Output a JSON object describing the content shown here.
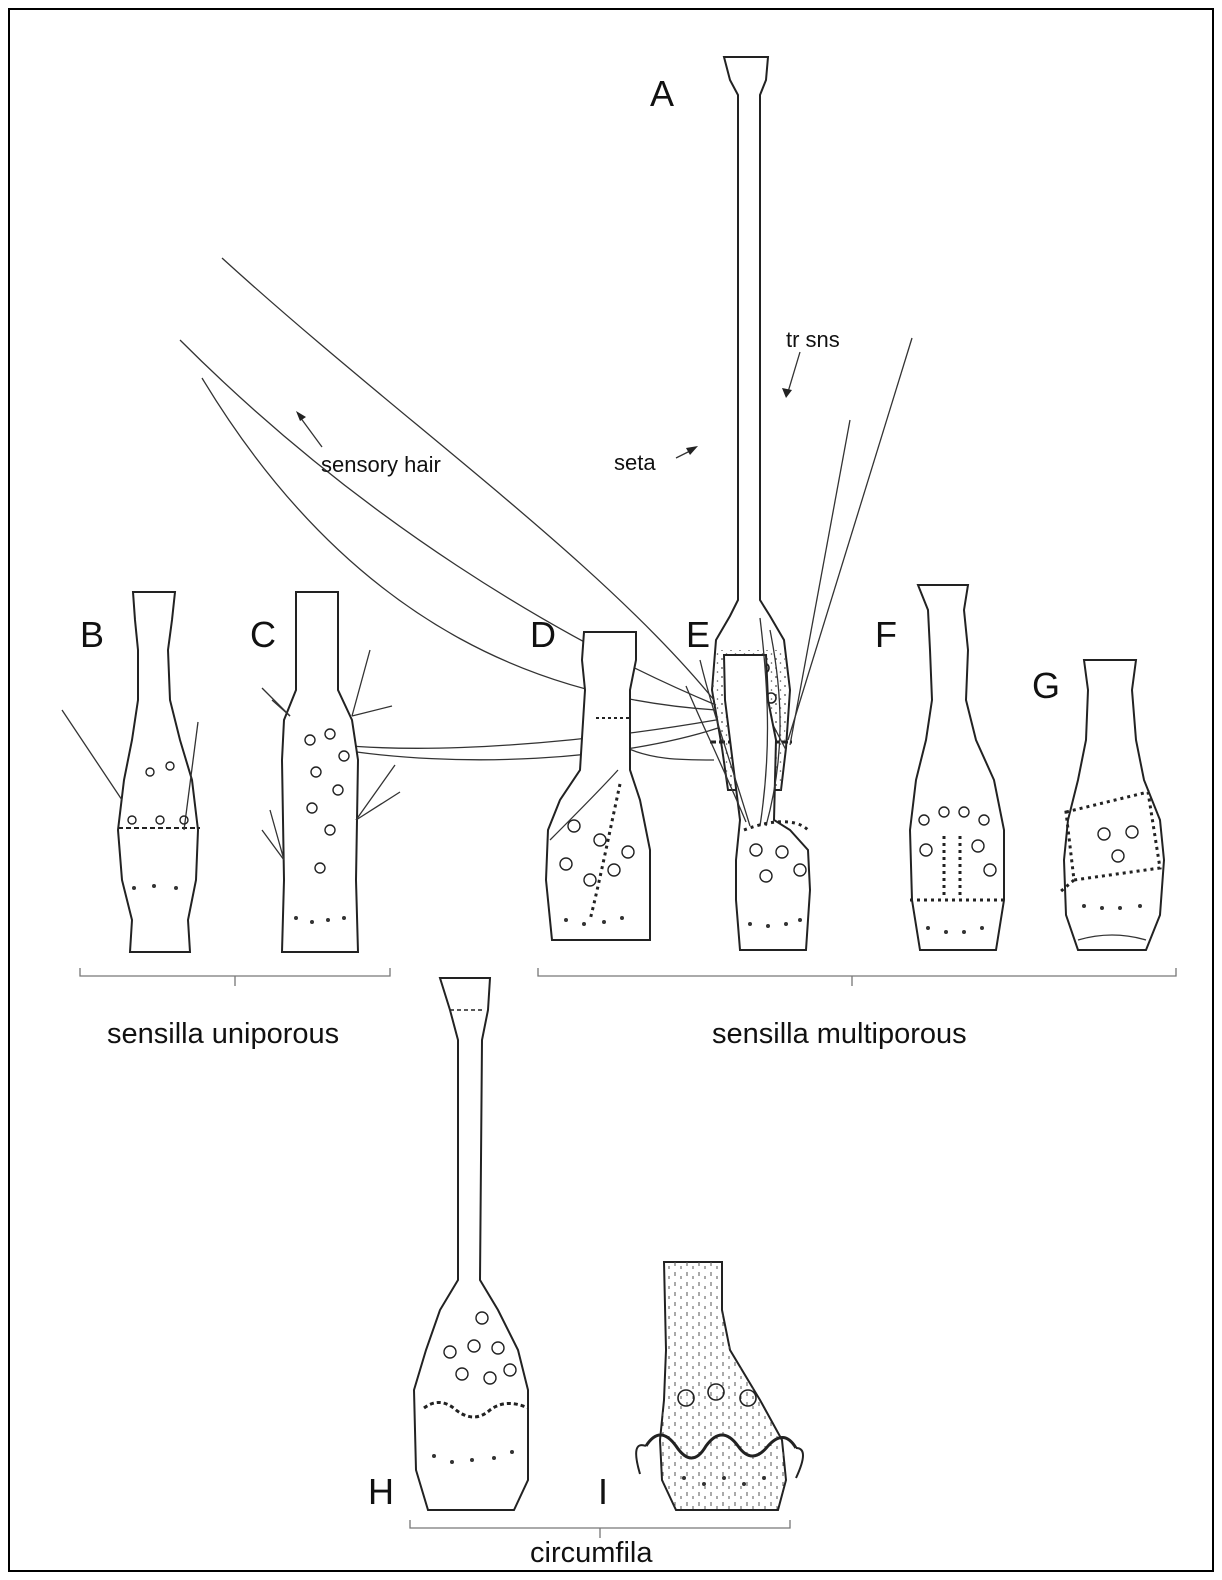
{
  "panels": {
    "A": "A",
    "B": "B",
    "C": "C",
    "D": "D",
    "E": "E",
    "F": "F",
    "G": "G",
    "H": "H",
    "I": "I"
  },
  "annotations": {
    "tr_sns": "tr sns",
    "sensory_hair": "sensory hair",
    "seta": "seta"
  },
  "groups": {
    "uniporous": "sensilla uniporous",
    "multiporous": "sensilla multiporous",
    "circumfila": "circumfila"
  },
  "colors": {
    "ink": "#222222",
    "bracket": "#777777",
    "frame": "#000000"
  }
}
